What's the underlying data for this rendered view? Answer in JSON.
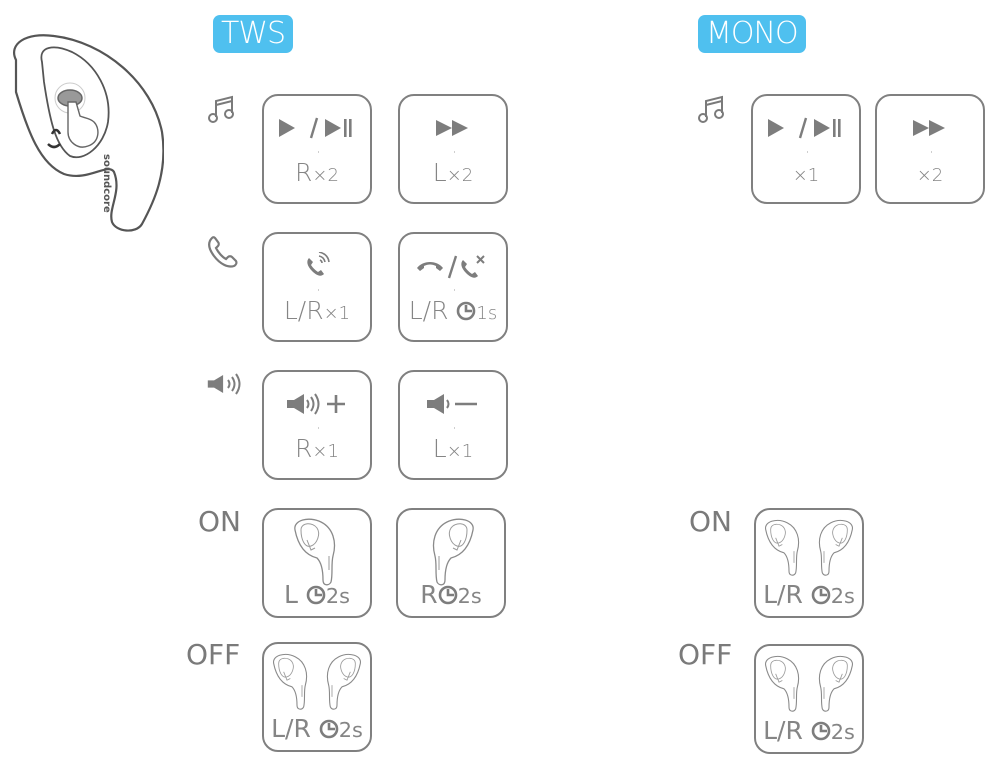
{
  "illustration": {
    "brand": "soundcore"
  },
  "sections": {
    "tws": {
      "title": "TWS"
    },
    "mono": {
      "title": "MONO"
    }
  },
  "tws": {
    "music": {
      "icon": "music-note-icon",
      "cards": [
        {
          "action": "play / play-pause",
          "label": "R",
          "count": "×2"
        },
        {
          "action": "next-track",
          "label": "L",
          "count": "×2"
        }
      ]
    },
    "call": {
      "icon": "phone-icon",
      "cards": [
        {
          "action": "answer-call",
          "label": "L/R",
          "count": "×1"
        },
        {
          "action": "hang-up / reject-call",
          "label": "L/R",
          "hold": "1s"
        }
      ]
    },
    "volume": {
      "icon": "speaker-icon",
      "cards": [
        {
          "action": "volume-up",
          "symbol": "+",
          "label": "R",
          "count": "×1"
        },
        {
          "action": "volume-down",
          "symbol": "−",
          "label": "L",
          "count": "×1"
        }
      ]
    },
    "on": {
      "title": "ON",
      "cards": [
        {
          "label": "L",
          "hold": "2s"
        },
        {
          "label": "R",
          "hold": "2s"
        }
      ]
    },
    "off": {
      "title": "OFF",
      "cards": [
        {
          "label": "L/R",
          "hold": "2s"
        }
      ]
    }
  },
  "mono": {
    "music": {
      "icon": "music-note-icon",
      "cards": [
        {
          "action": "play / play-pause",
          "count": "×1"
        },
        {
          "action": "next-track",
          "count": "×2"
        }
      ]
    },
    "on": {
      "title": "ON",
      "cards": [
        {
          "label": "L/R",
          "hold": "2s"
        }
      ]
    },
    "off": {
      "title": "OFF",
      "cards": [
        {
          "label": "L/R",
          "hold": "2s"
        }
      ]
    }
  }
}
